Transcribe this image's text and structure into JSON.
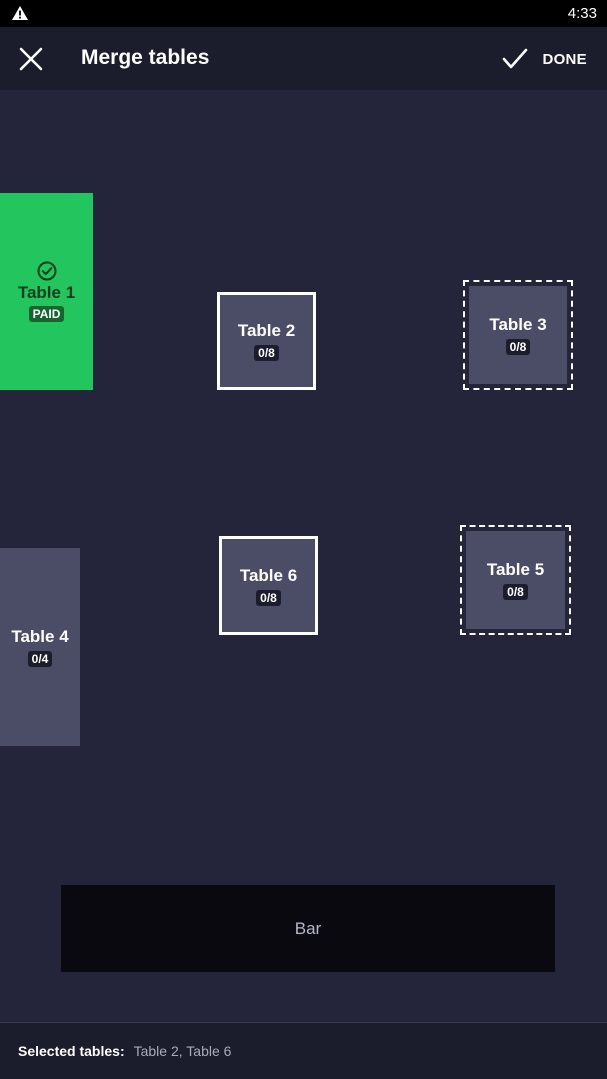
{
  "status_bar": {
    "time": "4:33",
    "icons": [
      "warning-icon"
    ]
  },
  "app_bar": {
    "title": "Merge tables",
    "close_icon": "close-icon",
    "done_icon": "check-icon",
    "done_label": "DONE"
  },
  "tables": [
    {
      "name": "Table 1",
      "badge": "PAID",
      "state": "paid",
      "icon": "check-circle-icon"
    },
    {
      "name": "Table 2",
      "count": "0/8",
      "state": "selected"
    },
    {
      "name": "Table 3",
      "count": "0/8",
      "state": "mergeable"
    },
    {
      "name": "Table 4",
      "count": "0/4",
      "state": "default"
    },
    {
      "name": "Table 5",
      "count": "0/8",
      "state": "mergeable"
    },
    {
      "name": "Table 6",
      "count": "0/8",
      "state": "selected"
    }
  ],
  "bar": {
    "label": "Bar"
  },
  "footer": {
    "label": "Selected tables:",
    "value": "Table 2, Table 6"
  },
  "colors": {
    "background": "#24253a",
    "app_bar": "#1b1c2c",
    "table": "#4b4c66",
    "paid": "#22c55e",
    "bar": "#09090f"
  }
}
